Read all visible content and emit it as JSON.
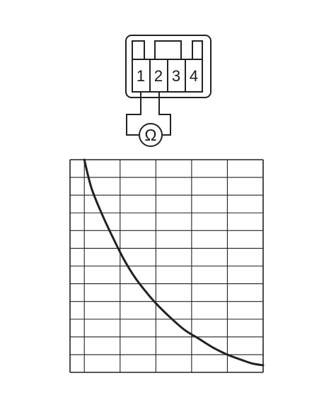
{
  "connector": {
    "pins": [
      "1",
      "2",
      "3",
      "4"
    ]
  },
  "meter": {
    "symbol": "Ω",
    "icon": "ohmmeter-icon"
  },
  "chart_data": {
    "type": "line",
    "title": "",
    "xlabel": "",
    "ylabel": "",
    "grid": true,
    "xlim": [
      0,
      5.4
    ],
    "ylim": [
      0,
      12
    ],
    "x_divisions": [
      0,
      0.4,
      1.4,
      2.4,
      3.4,
      4.4,
      5.4
    ],
    "y_divisions": [
      0,
      1,
      2,
      3,
      4,
      5,
      6,
      7,
      8,
      9,
      10,
      11,
      12
    ],
    "series": [
      {
        "name": "",
        "x": [
          0.4,
          0.6,
          0.9,
          1.2,
          1.5,
          1.8,
          2.1,
          2.4,
          2.8,
          3.2,
          3.6,
          4.0,
          4.4,
          4.8,
          5.1,
          5.4
        ],
        "y": [
          12.0,
          10.4,
          8.9,
          7.6,
          6.4,
          5.4,
          4.6,
          3.9,
          3.1,
          2.4,
          1.9,
          1.4,
          1.0,
          0.7,
          0.5,
          0.4
        ]
      }
    ],
    "line_color": "#222222"
  },
  "colors": {
    "stroke": "#222222",
    "background": "#ffffff"
  }
}
